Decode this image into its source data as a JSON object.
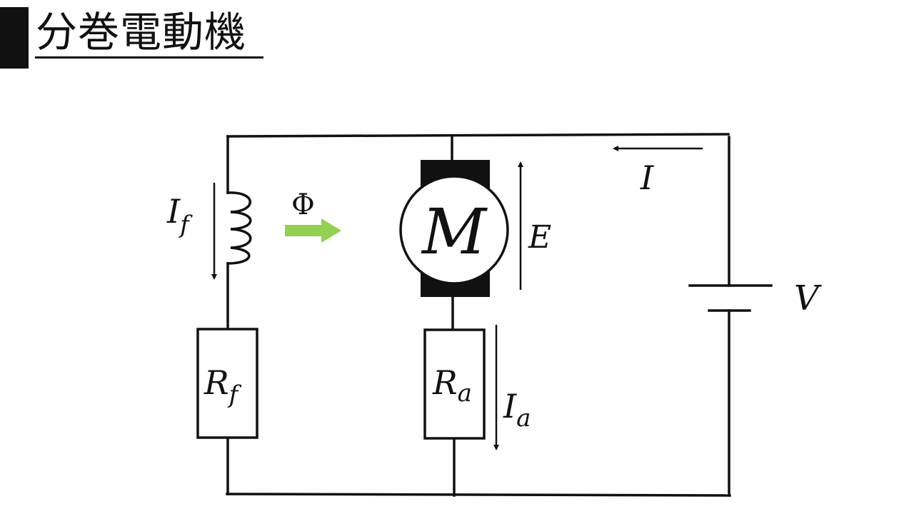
{
  "slide": {
    "title": "分巻電動機"
  },
  "diagram": {
    "type": "circuit",
    "description": "DC shunt-wound motor equivalent circuit",
    "colors": {
      "line": "#111111",
      "flux_arrow": "#92d050",
      "brush": "#111111"
    },
    "components": {
      "field_coil": {
        "current_label": "I",
        "current_sub": "f"
      },
      "field_resistor": {
        "label": "R",
        "sub": "f"
      },
      "flux": {
        "label": "Φ"
      },
      "motor": {
        "label": "M"
      },
      "back_emf": {
        "label": "E"
      },
      "armature_resistor": {
        "label": "R",
        "sub": "a"
      },
      "armature_current": {
        "label": "I",
        "sub": "a"
      },
      "line_current": {
        "label": "I"
      },
      "source": {
        "label": "V"
      }
    }
  }
}
